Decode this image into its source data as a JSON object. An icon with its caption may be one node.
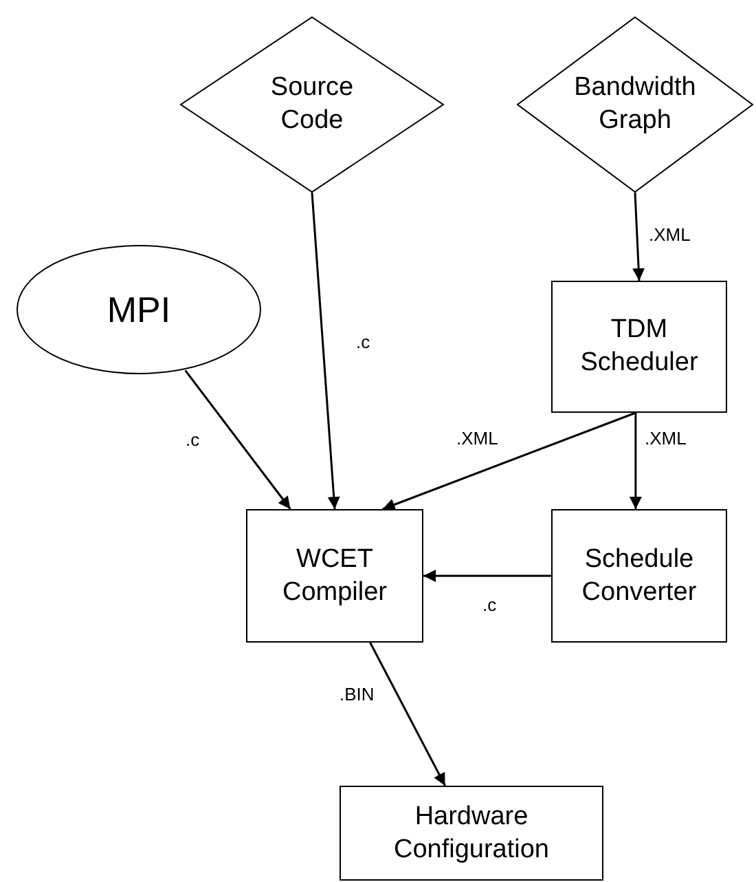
{
  "diagram": {
    "nodes": [
      {
        "text": [
          "Source Code"
        ]
      },
      {
        "text": [
          "Bandwidth Graph"
        ]
      },
      {
        "text": [
          "MPI"
        ]
      },
      {
        "text": [
          "TDM Scheduler"
        ]
      },
      {
        "text": [
          "WCET Compiler"
        ]
      },
      {
        "text": [
          "Schedule Converter"
        ]
      },
      {
        "text": [
          "Hardware Configuration"
        ]
      }
    ],
    "edges": [
      {
        "from": 0,
        "to": 4,
        "arrow": "to",
        "label": ".c"
      },
      {
        "from": 2,
        "to": 4,
        "arrow": "to",
        "label": ".c"
      },
      {
        "from": 1,
        "to": 3,
        "arrow": "to",
        "label": ".XML"
      },
      {
        "from": 3,
        "to": 4,
        "arrow": "to",
        "label": ".XML"
      },
      {
        "from": 3,
        "to": 5,
        "arrow": "to",
        "label": ".XML"
      },
      {
        "from": 5,
        "to": 4,
        "arrow": "to",
        "label": ".c"
      },
      {
        "from": 4,
        "to": 6,
        "arrow": "to",
        "label": ".BIN"
      }
    ]
  }
}
